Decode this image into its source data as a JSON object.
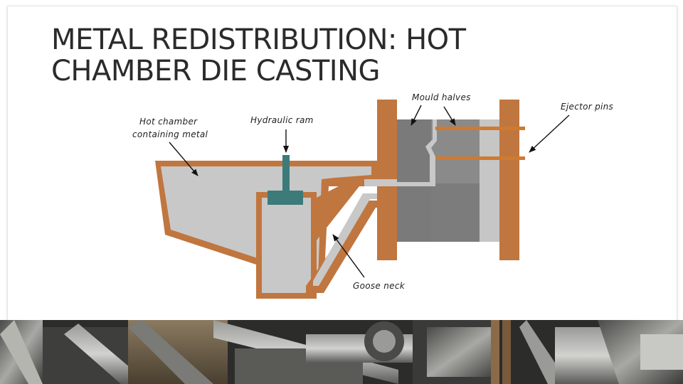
{
  "slide": {
    "title_line1": "METAL REDISTRIBUTION: HOT",
    "title_line2": "CHAMBER DIE CASTING"
  },
  "diagram": {
    "labels": {
      "hot_chamber_line1": "Hot chamber",
      "hot_chamber_line2": "containing metal",
      "hydraulic_ram": "Hydraulic ram",
      "mould_halves": "Mould halves",
      "ejector_pins": "Ejector pins",
      "goose_neck": "Goose neck"
    },
    "colors": {
      "chamber_wall": "#c0763f",
      "molten_metal": "#c8c8c8",
      "ram": "#3d7a7a",
      "mould_dark": "#808080",
      "mould_mid": "#6e6e6e",
      "pin": "#d07a30",
      "arrow": "#111111"
    }
  },
  "background_photo": {
    "icon": "metal-parts-photo"
  }
}
